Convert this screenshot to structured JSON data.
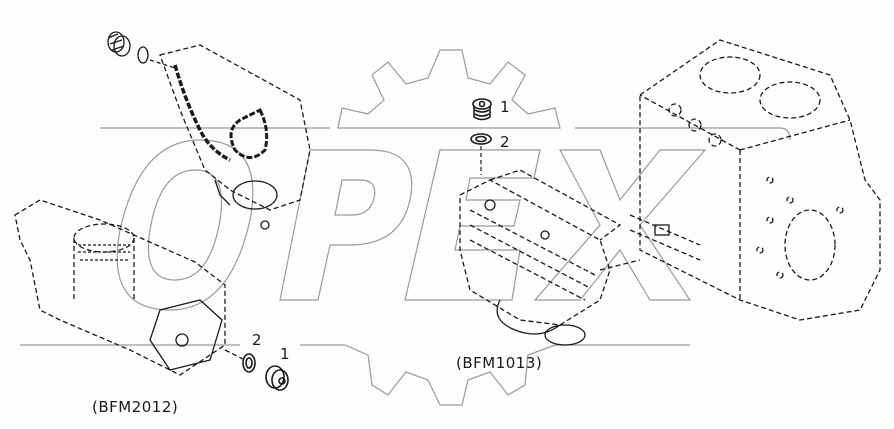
{
  "diagram": {
    "type": "exploded-parts-view",
    "background": "#fdfdfd",
    "line_color": "#1a1a1a",
    "watermark": {
      "text": "OPEX",
      "color": "#9a9a9a",
      "shape": "gear-outline"
    },
    "assemblies": [
      {
        "id": "bfm2012",
        "label": "(BFM2012)",
        "components": [
          "oil-cooler-housing",
          "thermostat-housing",
          "gasket-cover"
        ],
        "callouts": [
          {
            "number": "1",
            "part": "plug"
          },
          {
            "number": "2",
            "part": "sealing-ring"
          }
        ]
      },
      {
        "id": "bfm1013",
        "label": "(BFM1013)",
        "components": [
          "oil-cooler",
          "oil-filter-head",
          "engine-block"
        ],
        "callouts": [
          {
            "number": "1",
            "part": "plug"
          },
          {
            "number": "2",
            "part": "sealing-ring"
          }
        ]
      }
    ]
  }
}
